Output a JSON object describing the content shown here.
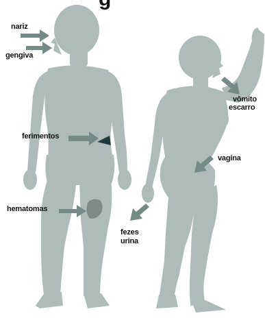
{
  "title_fragment": "g",
  "labels": {
    "nariz": "nariz",
    "gengiva": "gengiva",
    "ferimentos": "ferimentos",
    "hematomas": "hematomas",
    "vomito": "vômito",
    "escarro": "escarro",
    "vagina": "vagina",
    "fezes": "fezes",
    "urina": "urina"
  },
  "colors": {
    "figure": "#adbbb9",
    "arrow": "#748a86",
    "wound": "#1f3a3c",
    "bruise": "#7d8b87",
    "text": "#111111"
  }
}
